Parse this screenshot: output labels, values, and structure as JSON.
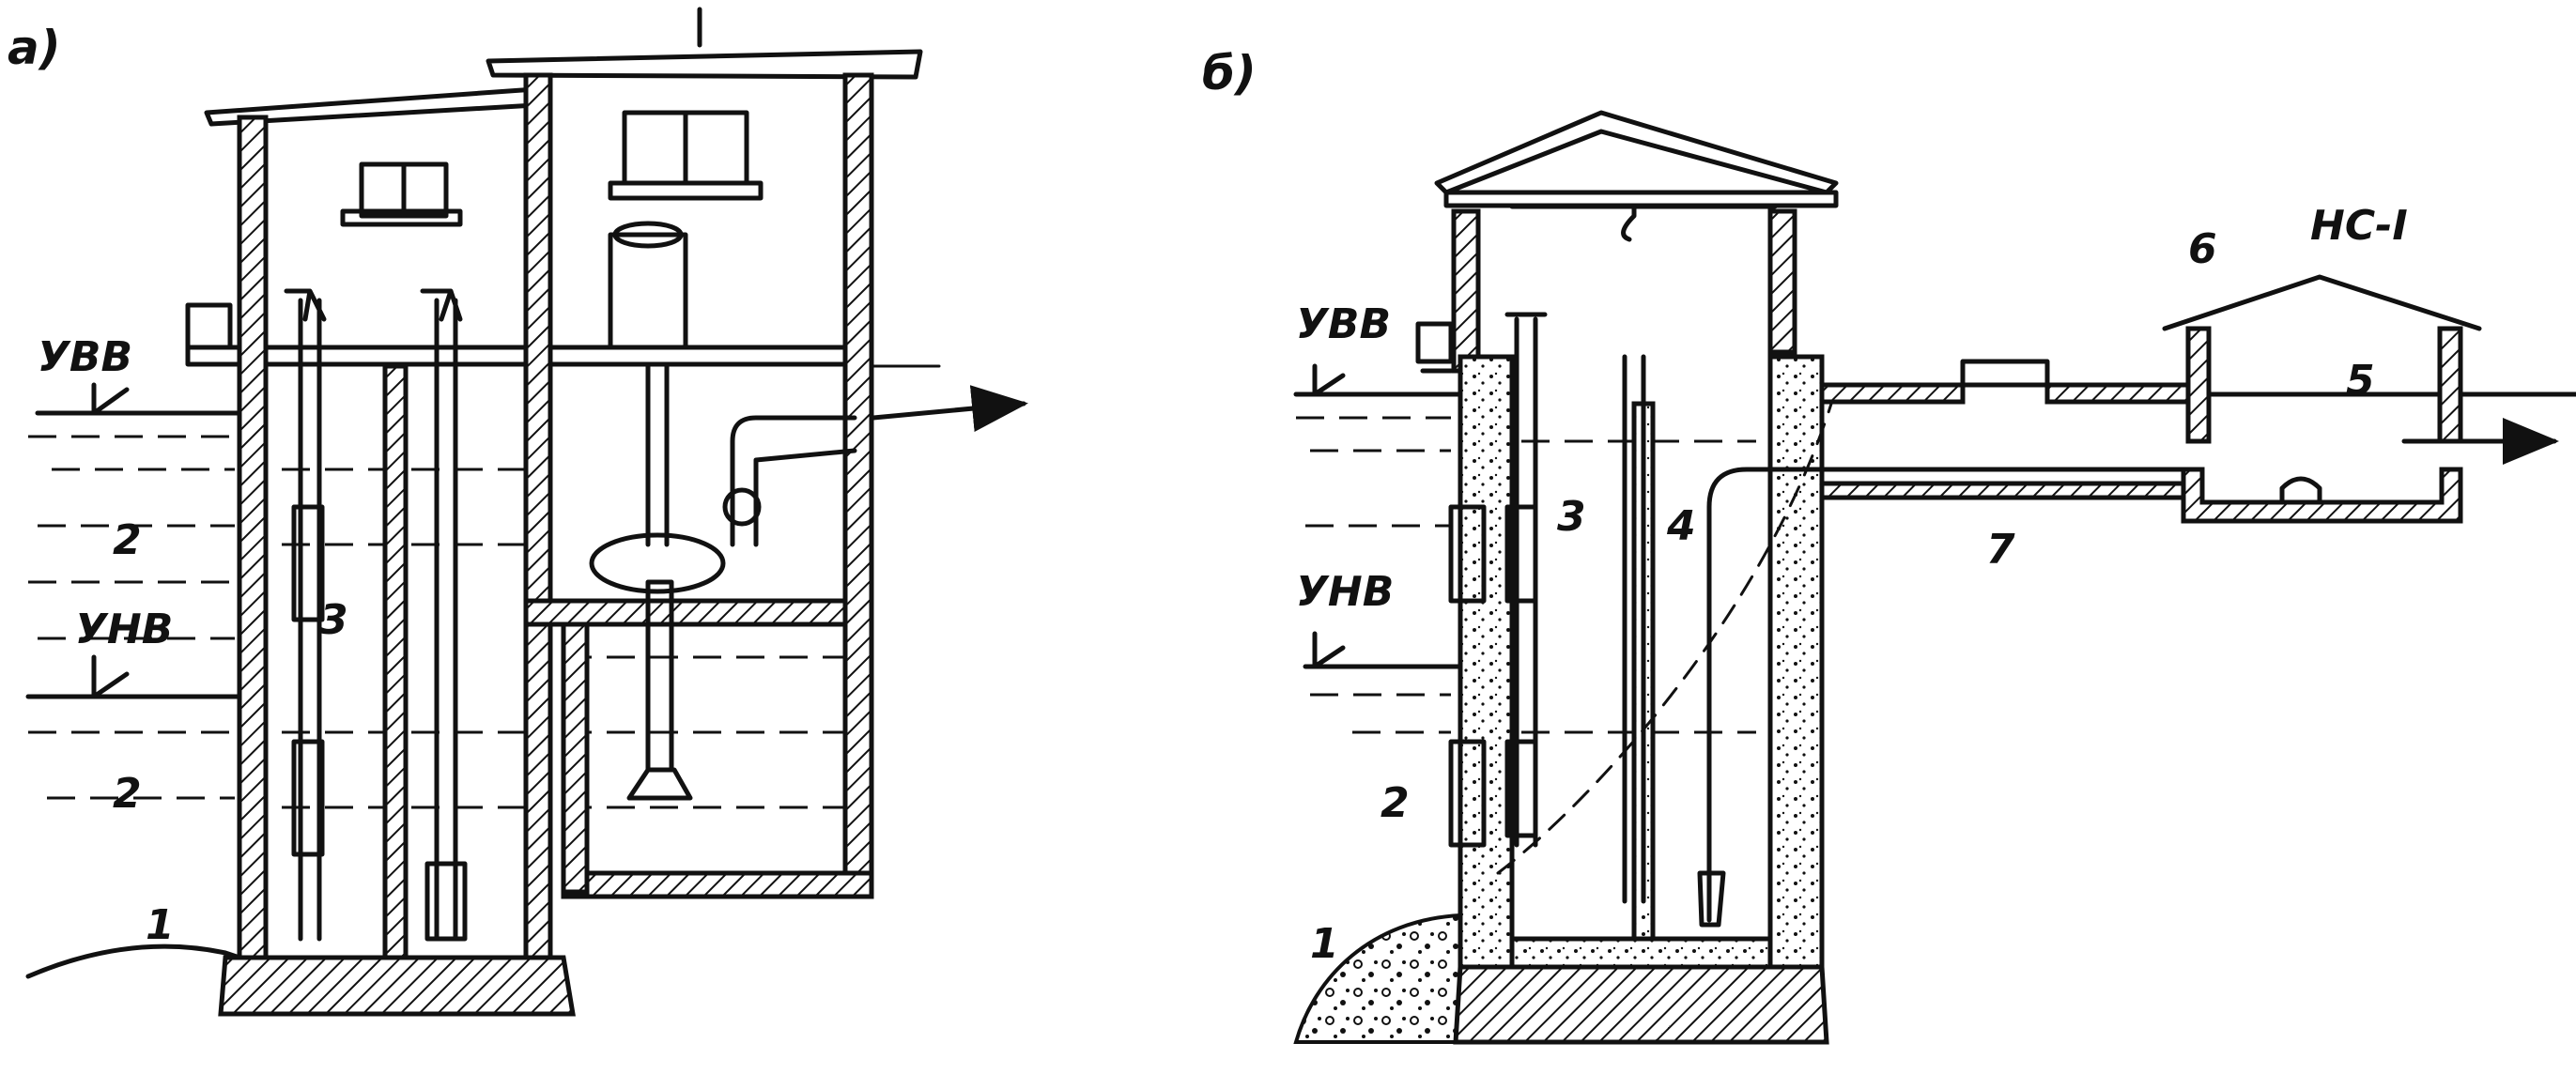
{
  "panels": [
    {
      "id": "a",
      "panel_label": "а)",
      "levels": {
        "high": "УВВ",
        "low": "УНВ"
      },
      "callouts": [
        "1",
        "2",
        "2",
        "3"
      ]
    },
    {
      "id": "b",
      "panel_label": "б)",
      "levels": {
        "high": "УВВ",
        "low": "УНВ"
      },
      "station_label": "НС-I",
      "callouts": [
        "1",
        "2",
        "3",
        "4",
        "5",
        "6",
        "7"
      ]
    }
  ],
  "colors": {
    "ink": "#111111",
    "background": "#ffffff"
  }
}
